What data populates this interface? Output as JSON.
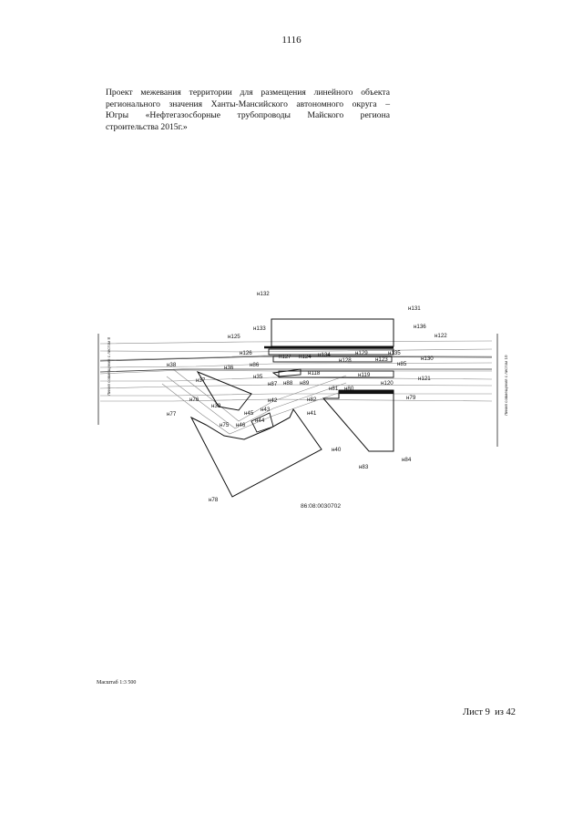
{
  "page_number": "1116",
  "title_lines": [
    "Проект межевания территории для размещения линейного объекта",
    "регионального значения Ханты-Мансийского автономного округа –",
    "Югры «Нефтегазосборные трубопроводы Майского региона",
    "строительства 2015г.»"
  ],
  "plan": {
    "cadastral_number": "86:08:0030702",
    "left_side_note": "Линия совмещения с листом 8",
    "right_side_note": "Линия совмещения с листом 10",
    "point_labels": {
      "n132": "н132",
      "n131": "н131",
      "n133": "н133",
      "n136": "н136",
      "n125": "н125",
      "n122": "н122",
      "n126": "н126",
      "n127": "н127",
      "n124": "н124",
      "n134": "н134",
      "n129": "н129",
      "n135": "н135",
      "n128": "н128",
      "n123": "н123",
      "n85": "н85",
      "n130": "н130",
      "n37": "н37",
      "n36": "н36",
      "n38": "н38",
      "n86": "н86",
      "n118": "н118",
      "n35": "н35",
      "n119": "н119",
      "n121": "н121",
      "n87": "н87",
      "n88": "н88",
      "n89": "н89",
      "n120": "н120",
      "n81": "н81",
      "n80": "н80",
      "n76": "н76",
      "n82": "н82",
      "n79": "н79",
      "n42": "н42",
      "n39": "н39",
      "n77": "н77",
      "n45": "н45",
      "n43": "н43",
      "n41": "н41",
      "n75": "н75",
      "n46": "н46",
      "n44": "н44",
      "n40": "н40",
      "n84": "н84",
      "n83": "н83",
      "n78": "н78"
    }
  },
  "scale_text": "Масштаб 1:3 500",
  "sheet_text": "Лист 9  из 42"
}
